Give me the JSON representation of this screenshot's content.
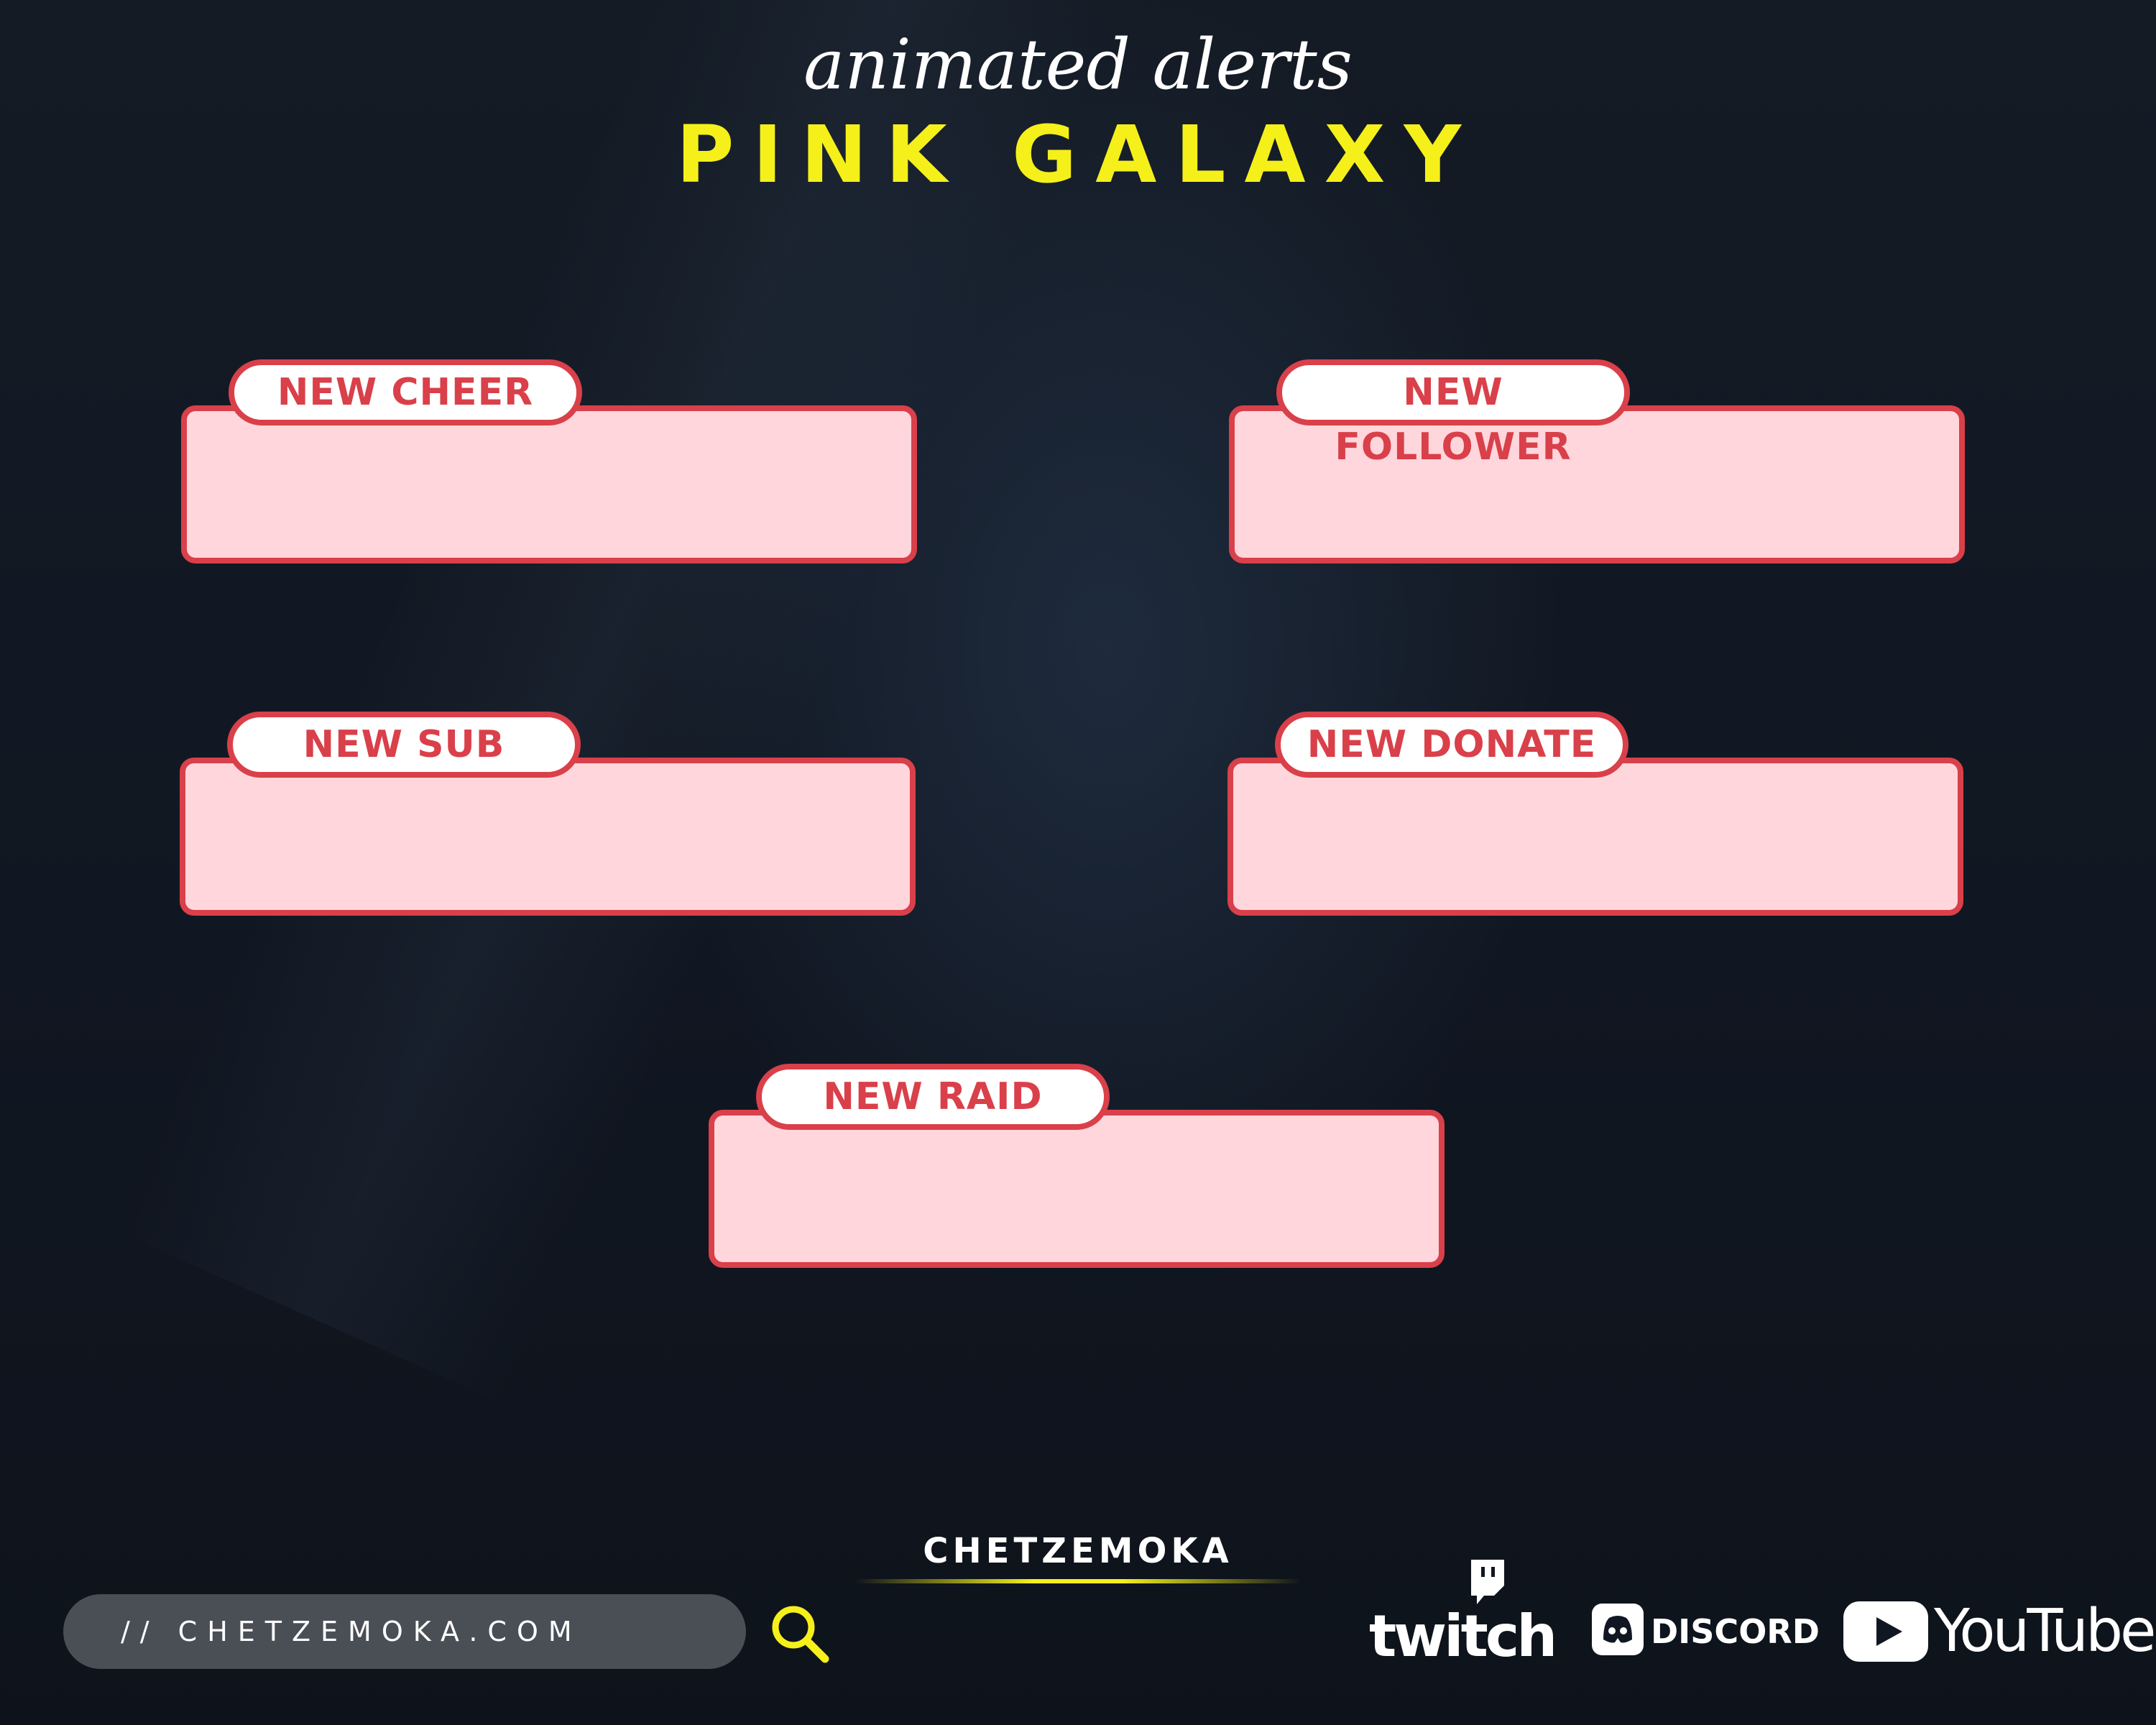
{
  "header": {
    "subtitle": "animated alerts",
    "title": "PINK GALAXY"
  },
  "alerts": [
    {
      "label": "NEW CHEER"
    },
    {
      "label": "NEW FOLLOWER"
    },
    {
      "label": "NEW SUB"
    },
    {
      "label": "NEW DONATE"
    },
    {
      "label": "NEW RAID"
    }
  ],
  "footer": {
    "brand": "CHETZEMOKA",
    "website": "// CHETZEMOKA.COM",
    "platforms": {
      "twitch": "twitch",
      "discord": "DISCORD",
      "youtube": "YouTube"
    }
  },
  "colors": {
    "title": "#f5f01a",
    "alert_border": "#d9404a",
    "alert_fill": "#ffd6dc",
    "background": "#111722"
  },
  "icons": [
    "search-icon",
    "twitch-logo",
    "discord-logo",
    "youtube-logo"
  ]
}
